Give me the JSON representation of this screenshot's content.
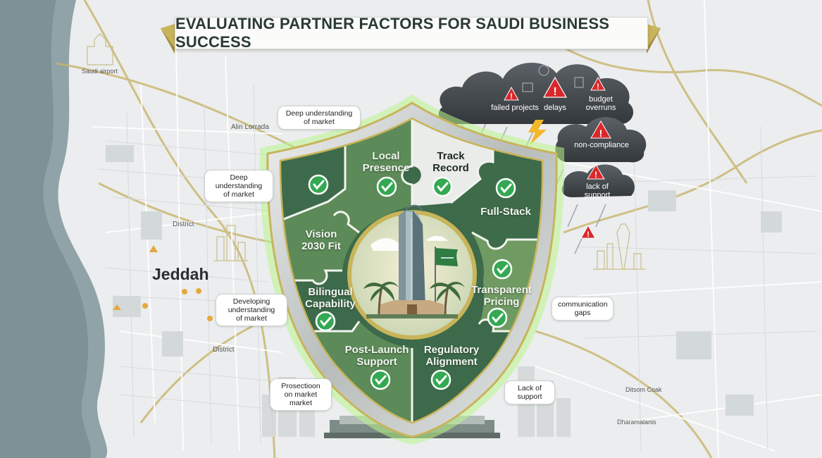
{
  "title": "EVALUATING PARTNER FACTORS FOR SAUDI BUSINESS SUCCESS",
  "map": {
    "city": "Jeddah",
    "labels": [
      "Saudi airport",
      "Alin Lorrada",
      "District",
      "District",
      "Ditsom Coak",
      "Dharamalanis"
    ]
  },
  "factors": [
    {
      "label": "Local\nPresence",
      "checked": true
    },
    {
      "label": "Track\nRecord",
      "checked": true
    },
    {
      "label": "Full-Stack",
      "checked": true
    },
    {
      "label": "Vision\n2030 Fit",
      "checked": true
    },
    {
      "label": "Transparent\nPricing",
      "checked": true
    },
    {
      "label": "Bilingual\nCapability",
      "checked": true
    },
    {
      "label": "Post-Launch\nSupport",
      "checked": true
    },
    {
      "label": "Regulatory\nAlignment",
      "checked": true
    }
  ],
  "left_bubbles": [
    "Deep understanding\nof market",
    "Deep\nunderstanding\nof market",
    "Developing\nunderstanding\nof market",
    "Prosectioon\non market\nmarket"
  ],
  "right_bubbles": [
    "communication\ngaps",
    "Lack of\nsupport"
  ],
  "risks": [
    "failed projects",
    "delays",
    "budget\noverruns",
    "non-compliance",
    "lack of\nsupport"
  ],
  "colors": {
    "dark_green": "#3d6a4a",
    "light_green": "#6f9a62",
    "accent_green": "#8ee06a",
    "gold": "#c8b45a",
    "cloud": "#44494d",
    "warning_red": "#d8282c"
  }
}
